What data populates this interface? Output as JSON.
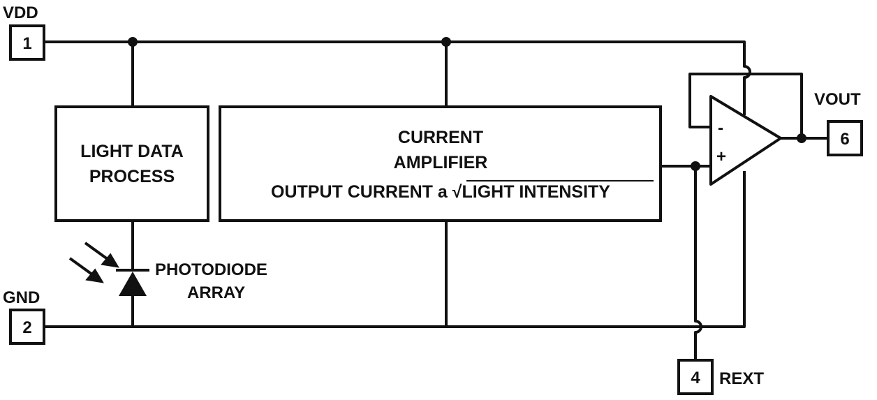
{
  "pins": {
    "vdd": {
      "name": "VDD",
      "number": "1"
    },
    "gnd": {
      "name": "GND",
      "number": "2"
    },
    "rext": {
      "name": "REXT",
      "number": "4"
    },
    "vout": {
      "name": "VOUT",
      "number": "6"
    }
  },
  "blocks": {
    "light_data": {
      "line1": "LIGHT DATA",
      "line2": "PROCESS"
    },
    "amplifier": {
      "line1": "CURRENT",
      "line2": "AMPLIFIER",
      "line3_prefix": "OUTPUT CURRENT a ",
      "line3_root": "√",
      "line3_radicand": "LIGHT INTENSITY"
    }
  },
  "photodiode": {
    "line1": "PHOTODIODE",
    "line2": "ARRAY"
  },
  "opamp": {
    "minus": "-",
    "plus": "+"
  },
  "colors": {
    "ink": "#111111",
    "background": "#ffffff"
  }
}
